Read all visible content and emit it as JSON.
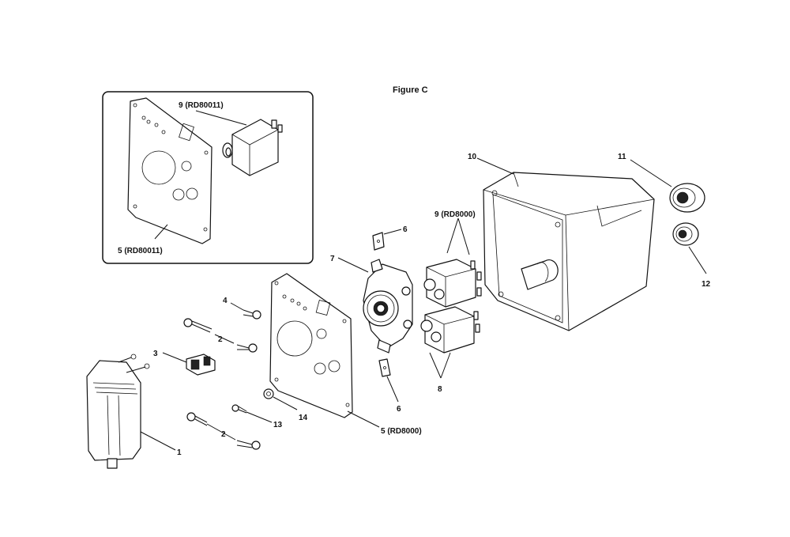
{
  "figure": {
    "title": "Figure C"
  },
  "callouts": {
    "c1": "1",
    "c2a": "2",
    "c2b": "2",
    "c3": "3",
    "c4": "4",
    "c5_inset": "5 (RD80011)",
    "c5_main": "5 (RD8000)",
    "c6a": "6",
    "c6b": "6",
    "c7": "7",
    "c8": "8",
    "c9_inset": "9 (RD80011)",
    "c9_main": "9 (RD8000)",
    "c10": "10",
    "c11": "11",
    "c12": "12",
    "c13": "13",
    "c14": "14"
  }
}
